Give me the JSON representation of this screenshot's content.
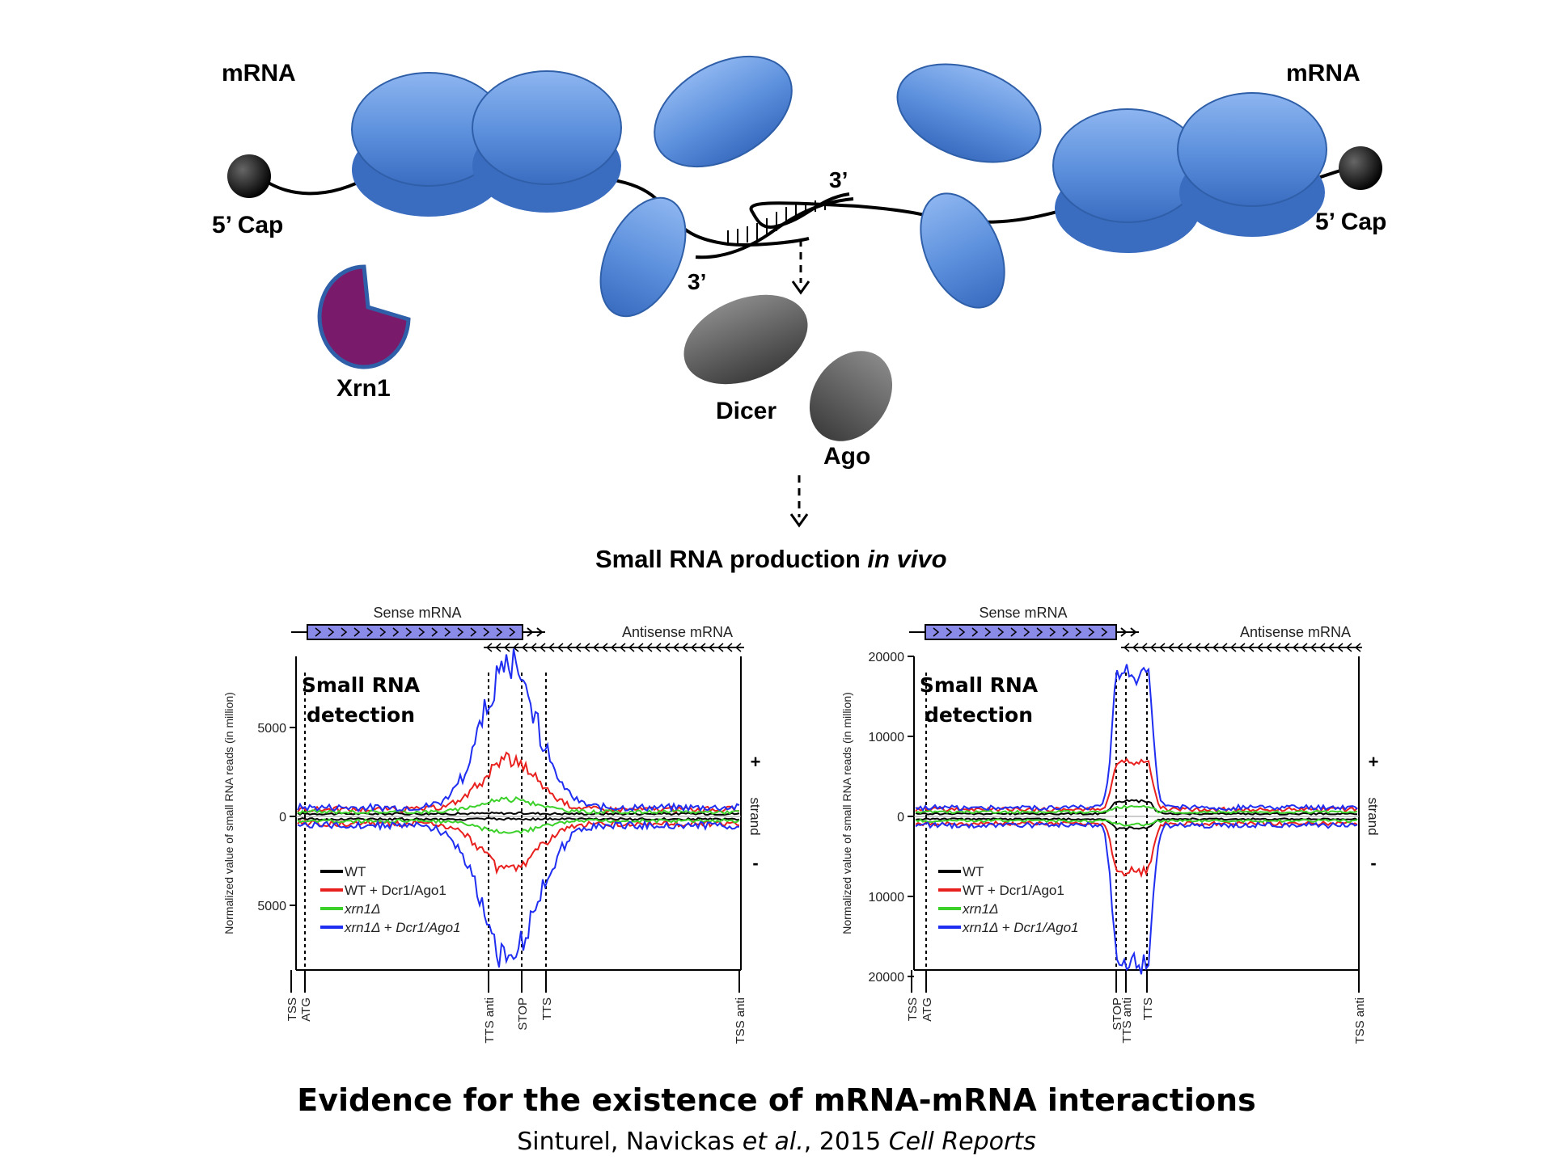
{
  "diagram": {
    "mrna_left": "mRNA",
    "mrna_right": "mRNA",
    "cap_left": "5’ Cap",
    "cap_right": "5’ Cap",
    "three_prime_top": "3’",
    "three_prime_bottom": "3’",
    "xrn1": "Xrn1",
    "dicer": "Dicer",
    "ago": "Ago",
    "small_rna_prefix": "Small RNA production ",
    "small_rna_italic": "in vivo"
  },
  "colors": {
    "ribosome": "#5b8fdc",
    "ribosome_edge": "#2f5fa8",
    "xrn1": "#7a1a6b",
    "dicer_ago": "#5a5a5a",
    "WT": "#000000",
    "WT_Dcr1_Ago1": "#e8201e",
    "xrn1_delta": "#3bd12a",
    "xrn1_delta_Dcr1_Ago1": "#1f2ef0",
    "sense_box": "#8a8ae8"
  },
  "title": "Evidence for the existence of mRNA-mRNA interactions",
  "citation": {
    "authors": "Sinturel, Navickas ",
    "etal": "et al.",
    "year": ", 2015 ",
    "journal": "Cell Reports"
  },
  "chart_data": [
    {
      "type": "line",
      "overlay_label_line1": "Small RNA",
      "overlay_label_line2": "detection",
      "sense_label": "Sense mRNA",
      "antisense_label": "Antisense mRNA",
      "ylabel": "Normalized value of small RNA reads (in million)",
      "y_ticks": [
        "5000",
        "0",
        "5000"
      ],
      "strand_plus": "+",
      "strand_word": "strand",
      "strand_minus": "-",
      "x_ticks": [
        "TSS",
        "ATG",
        "TTS anti",
        "STOP",
        "TTS",
        "TSS anti"
      ],
      "ylim": [
        -9000,
        9000
      ],
      "legend": [
        "WT",
        "WT + Dcr1/Ago1",
        "xrn1Δ",
        "xrn1Δ + Dcr1/Ago1"
      ],
      "series": [
        {
          "name": "WT",
          "plus_peak": 180,
          "minus_peak": 150
        },
        {
          "name": "WT + Dcr1/Ago1",
          "plus_peak": 3200,
          "minus_peak": 3000
        },
        {
          "name": "xrn1Δ",
          "plus_peak": 1000,
          "minus_peak": 900
        },
        {
          "name": "xrn1Δ + Dcr1/Ago1",
          "plus_peak": 8500,
          "minus_peak": 8200
        }
      ]
    },
    {
      "type": "line",
      "overlay_label_line1": "Small RNA",
      "overlay_label_line2": "detection",
      "sense_label": "Sense mRNA",
      "antisense_label": "Antisense mRNA",
      "ylabel": "Normalized value of small RNA reads (in million)",
      "y_ticks": [
        "20000",
        "10000",
        "0",
        "10000",
        "20000"
      ],
      "strand_plus": "+",
      "strand_word": "strand",
      "strand_minus": "-",
      "x_ticks": [
        "TSS",
        "ATG",
        "STOP",
        "TTS anti",
        "TTS",
        "TSS anti"
      ],
      "ylim": [
        -20000,
        20000
      ],
      "legend": [
        "WT",
        "WT + Dcr1/Ago1",
        "xrn1Δ",
        "xrn1Δ + Dcr1/Ago1"
      ],
      "series": [
        {
          "name": "WT",
          "plus_peak": 2000,
          "minus_peak": 1500
        },
        {
          "name": "WT + Dcr1/Ago1",
          "plus_peak": 7000,
          "minus_peak": 7000
        },
        {
          "name": "xrn1Δ",
          "plus_peak": 1200,
          "minus_peak": 1000
        },
        {
          "name": "xrn1Δ + Dcr1/Ago1",
          "plus_peak": 18000,
          "minus_peak": 19000
        }
      ]
    }
  ]
}
